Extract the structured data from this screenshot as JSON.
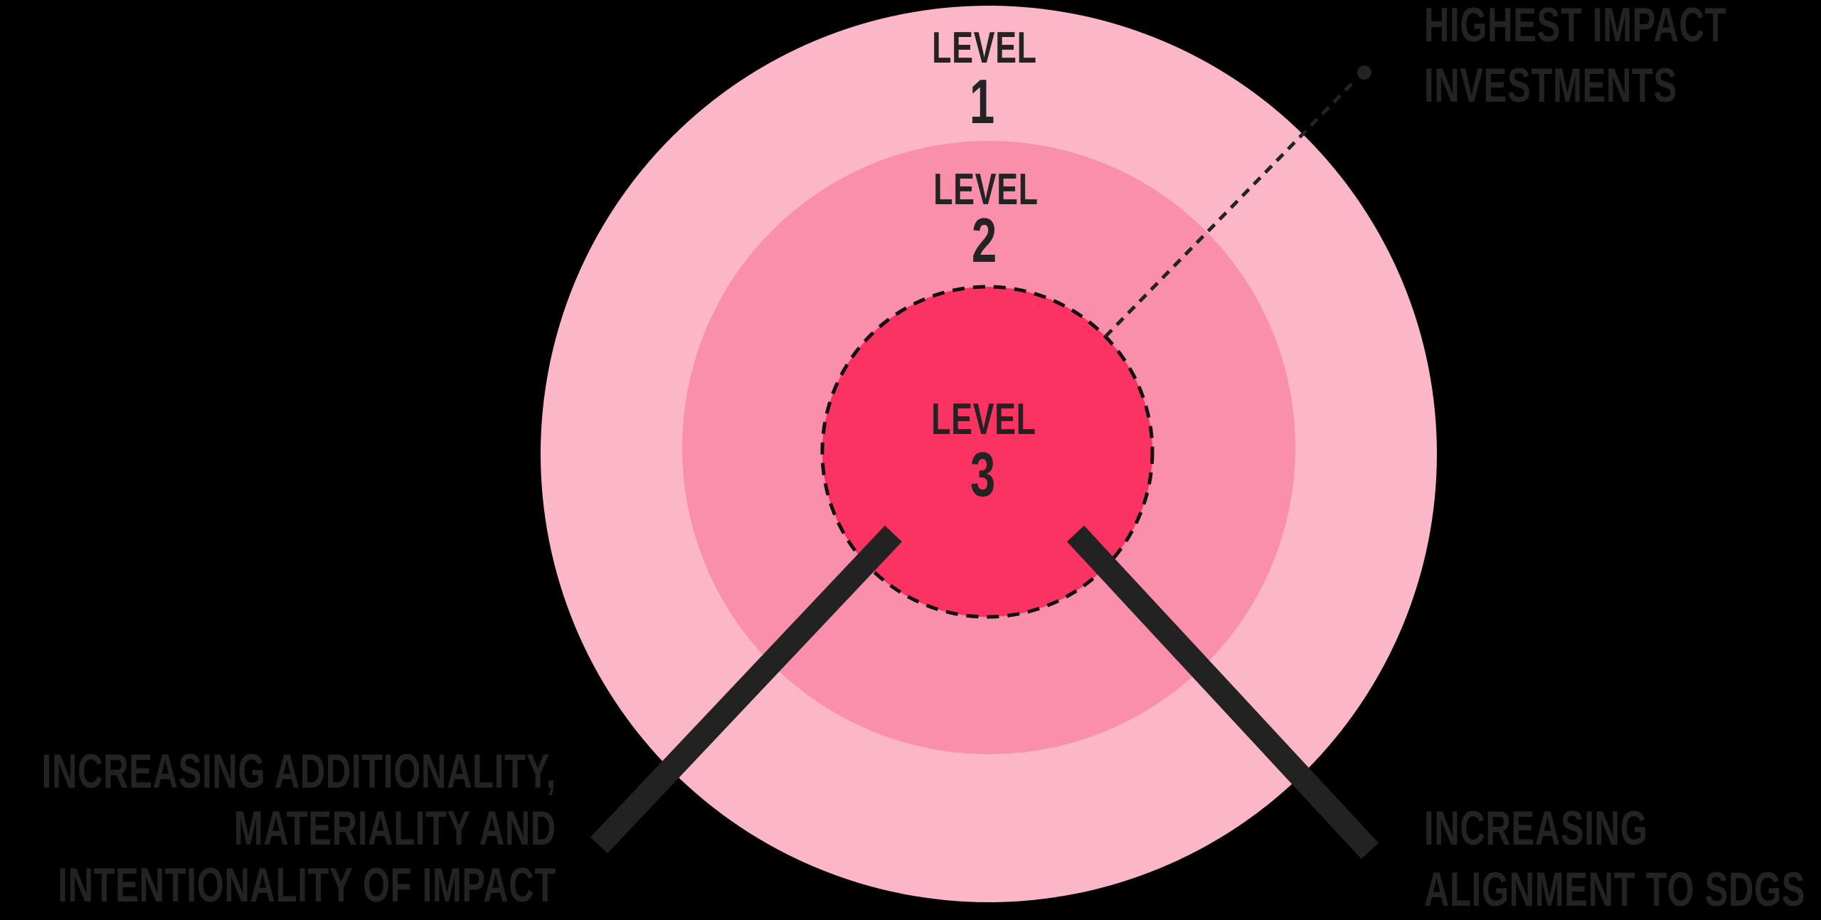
{
  "colors": {
    "background": "#000000",
    "level1_fill": "#fbb7c8",
    "level2_fill": "#f98fab",
    "level3_fill": "#fa3363",
    "ink": "#232323"
  },
  "levels": [
    {
      "word": "LEVEL",
      "number": "1"
    },
    {
      "word": "LEVEL",
      "number": "2"
    },
    {
      "word": "LEVEL",
      "number": "3"
    }
  ],
  "callout": {
    "line1": "HIGHEST IMPACT",
    "line2": "INVESTMENTS"
  },
  "bottom_left_caption": {
    "line1": "INCREASING ADDITIONALITY,",
    "line2": "MATERIALITY AND",
    "line3": "INTENTIONALITY OF IMPACT"
  },
  "bottom_right_caption": {
    "line1": "INCREASING",
    "line2": "ALIGNMENT TO SDGS"
  }
}
